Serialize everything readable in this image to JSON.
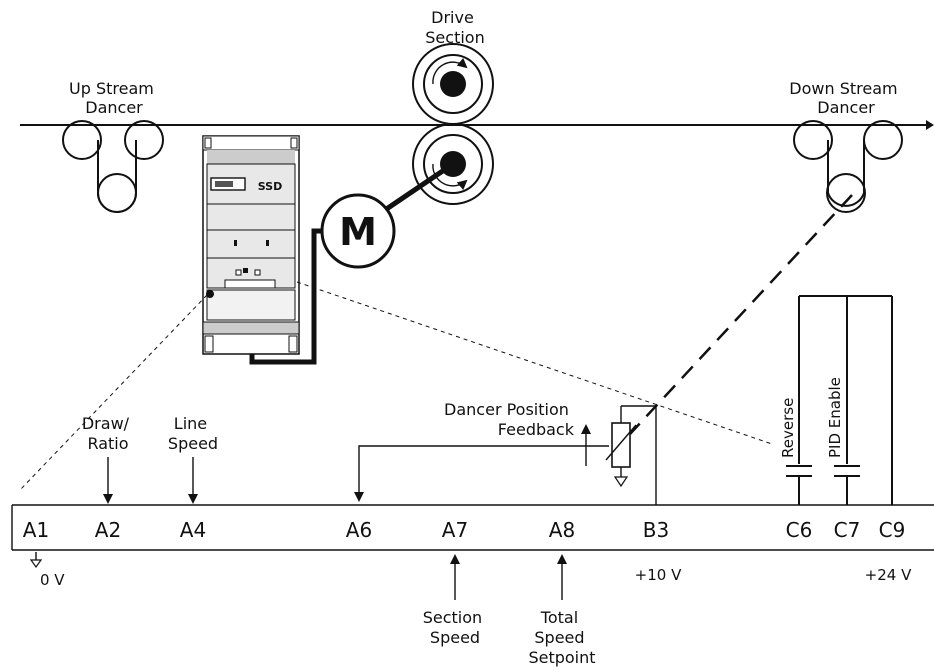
{
  "labels": {
    "drive_section": [
      "Drive",
      "Section"
    ],
    "upstream_dancer": [
      "Up Stream",
      "Dancer"
    ],
    "downstream_dancer": [
      "Down Stream",
      "Dancer"
    ],
    "motor": "M",
    "drive_badge": "SSD",
    "draw_ratio": [
      "Draw/",
      "Ratio"
    ],
    "line_speed": [
      "Line",
      "Speed"
    ],
    "dancer_feedback": [
      "Dancer Position",
      "Feedback"
    ],
    "reverse": "Reverse",
    "pid_enable": "PID Enable",
    "zero_v": "0 V",
    "plus_10v": "+10 V",
    "plus_24v": "+24 V",
    "section_speed": [
      "Section",
      "Speed"
    ],
    "total_speed_setpoint": [
      "Total",
      "Speed",
      "Setpoint"
    ]
  },
  "terminals": [
    "A1",
    "A2",
    "A4",
    "A6",
    "A7",
    "A8",
    "B3",
    "C6",
    "C7",
    "C9"
  ]
}
